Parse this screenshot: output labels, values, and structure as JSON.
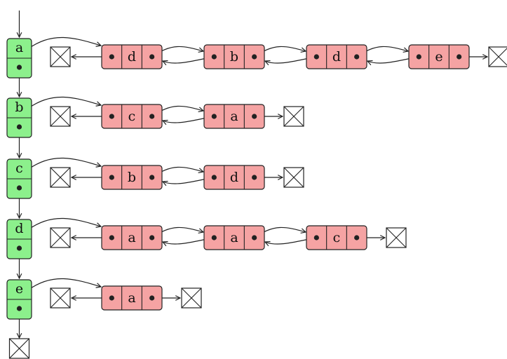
{
  "colors": {
    "vertex_fill": "#8CF08C",
    "node_fill": "#F5A3A3",
    "stroke": "#222222",
    "null_fill": "#ffffff"
  },
  "vertices": [
    {
      "label": "a",
      "adjacency": [
        "d",
        "b",
        "d",
        "e"
      ]
    },
    {
      "label": "b",
      "adjacency": [
        "c",
        "a"
      ]
    },
    {
      "label": "c",
      "adjacency": [
        "b",
        "d"
      ]
    },
    {
      "label": "d",
      "adjacency": [
        "a",
        "a",
        "c"
      ]
    },
    {
      "label": "e",
      "adjacency": [
        "a"
      ]
    }
  ]
}
